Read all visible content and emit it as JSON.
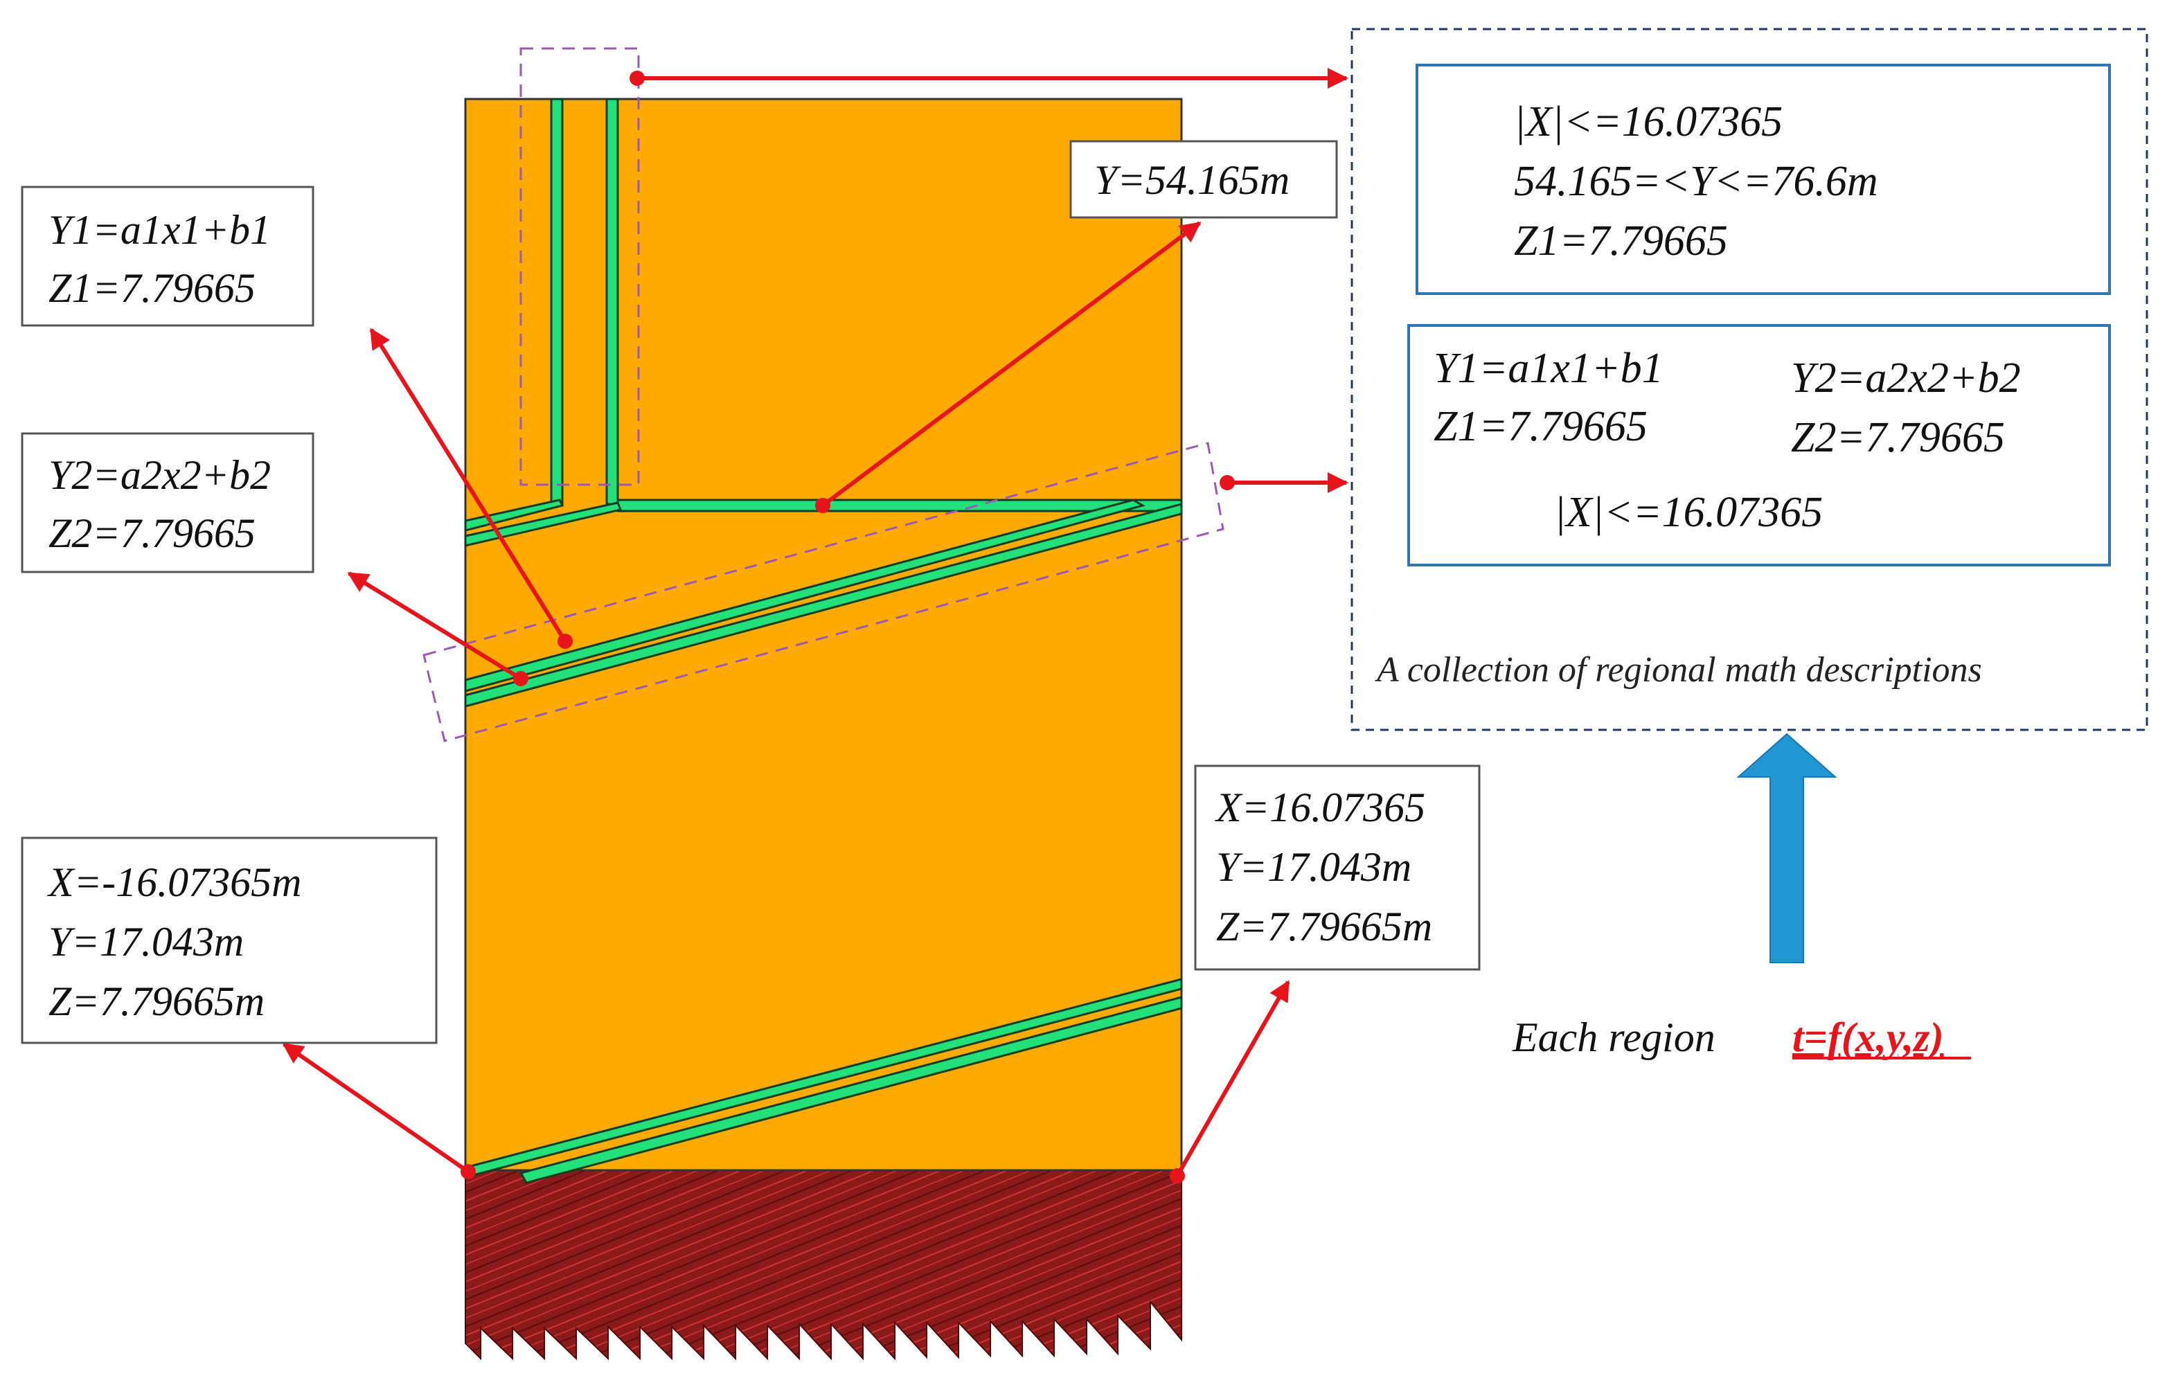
{
  "labels": {
    "left_upper": [
      "Y1=a1x1+b1",
      "Z1=7.79665"
    ],
    "left_middle": [
      "Y2=a2x2+b2",
      "Z2=7.79665"
    ],
    "left_bottom": [
      "X=-16.07365m",
      "Y=17.043m",
      "Z=7.79665m"
    ],
    "right_bottom": [
      "X=16.07365",
      "Y=17.043m",
      "Z=7.79665m"
    ],
    "top_y": "Y=54.165m"
  },
  "panel": {
    "box1": [
      "|X|<=16.07365",
      "54.165=<Y<=76.6m",
      "Z1=7.79665"
    ],
    "box2_left": [
      "Y1=a1x1+b1",
      "Z1=7.79665"
    ],
    "box2_right": [
      "Y2=a2x2+b2",
      "Z2=7.79665"
    ],
    "box2_bottom": "|X|<=16.07365",
    "caption": "A collection of regional math descriptions"
  },
  "region": {
    "text": "Each region",
    "formula": "t=f(x,y,z)"
  },
  "colors": {
    "rock": "#FFAA00",
    "tunnel": "#22E07A",
    "arrow": "#E8141B",
    "purple_dash": "#9B59B6",
    "panel_border": "#2E75B6",
    "panel_outer": "#1F3864",
    "up_arrow": "#2196D3",
    "soil": "#8B1A1A"
  }
}
